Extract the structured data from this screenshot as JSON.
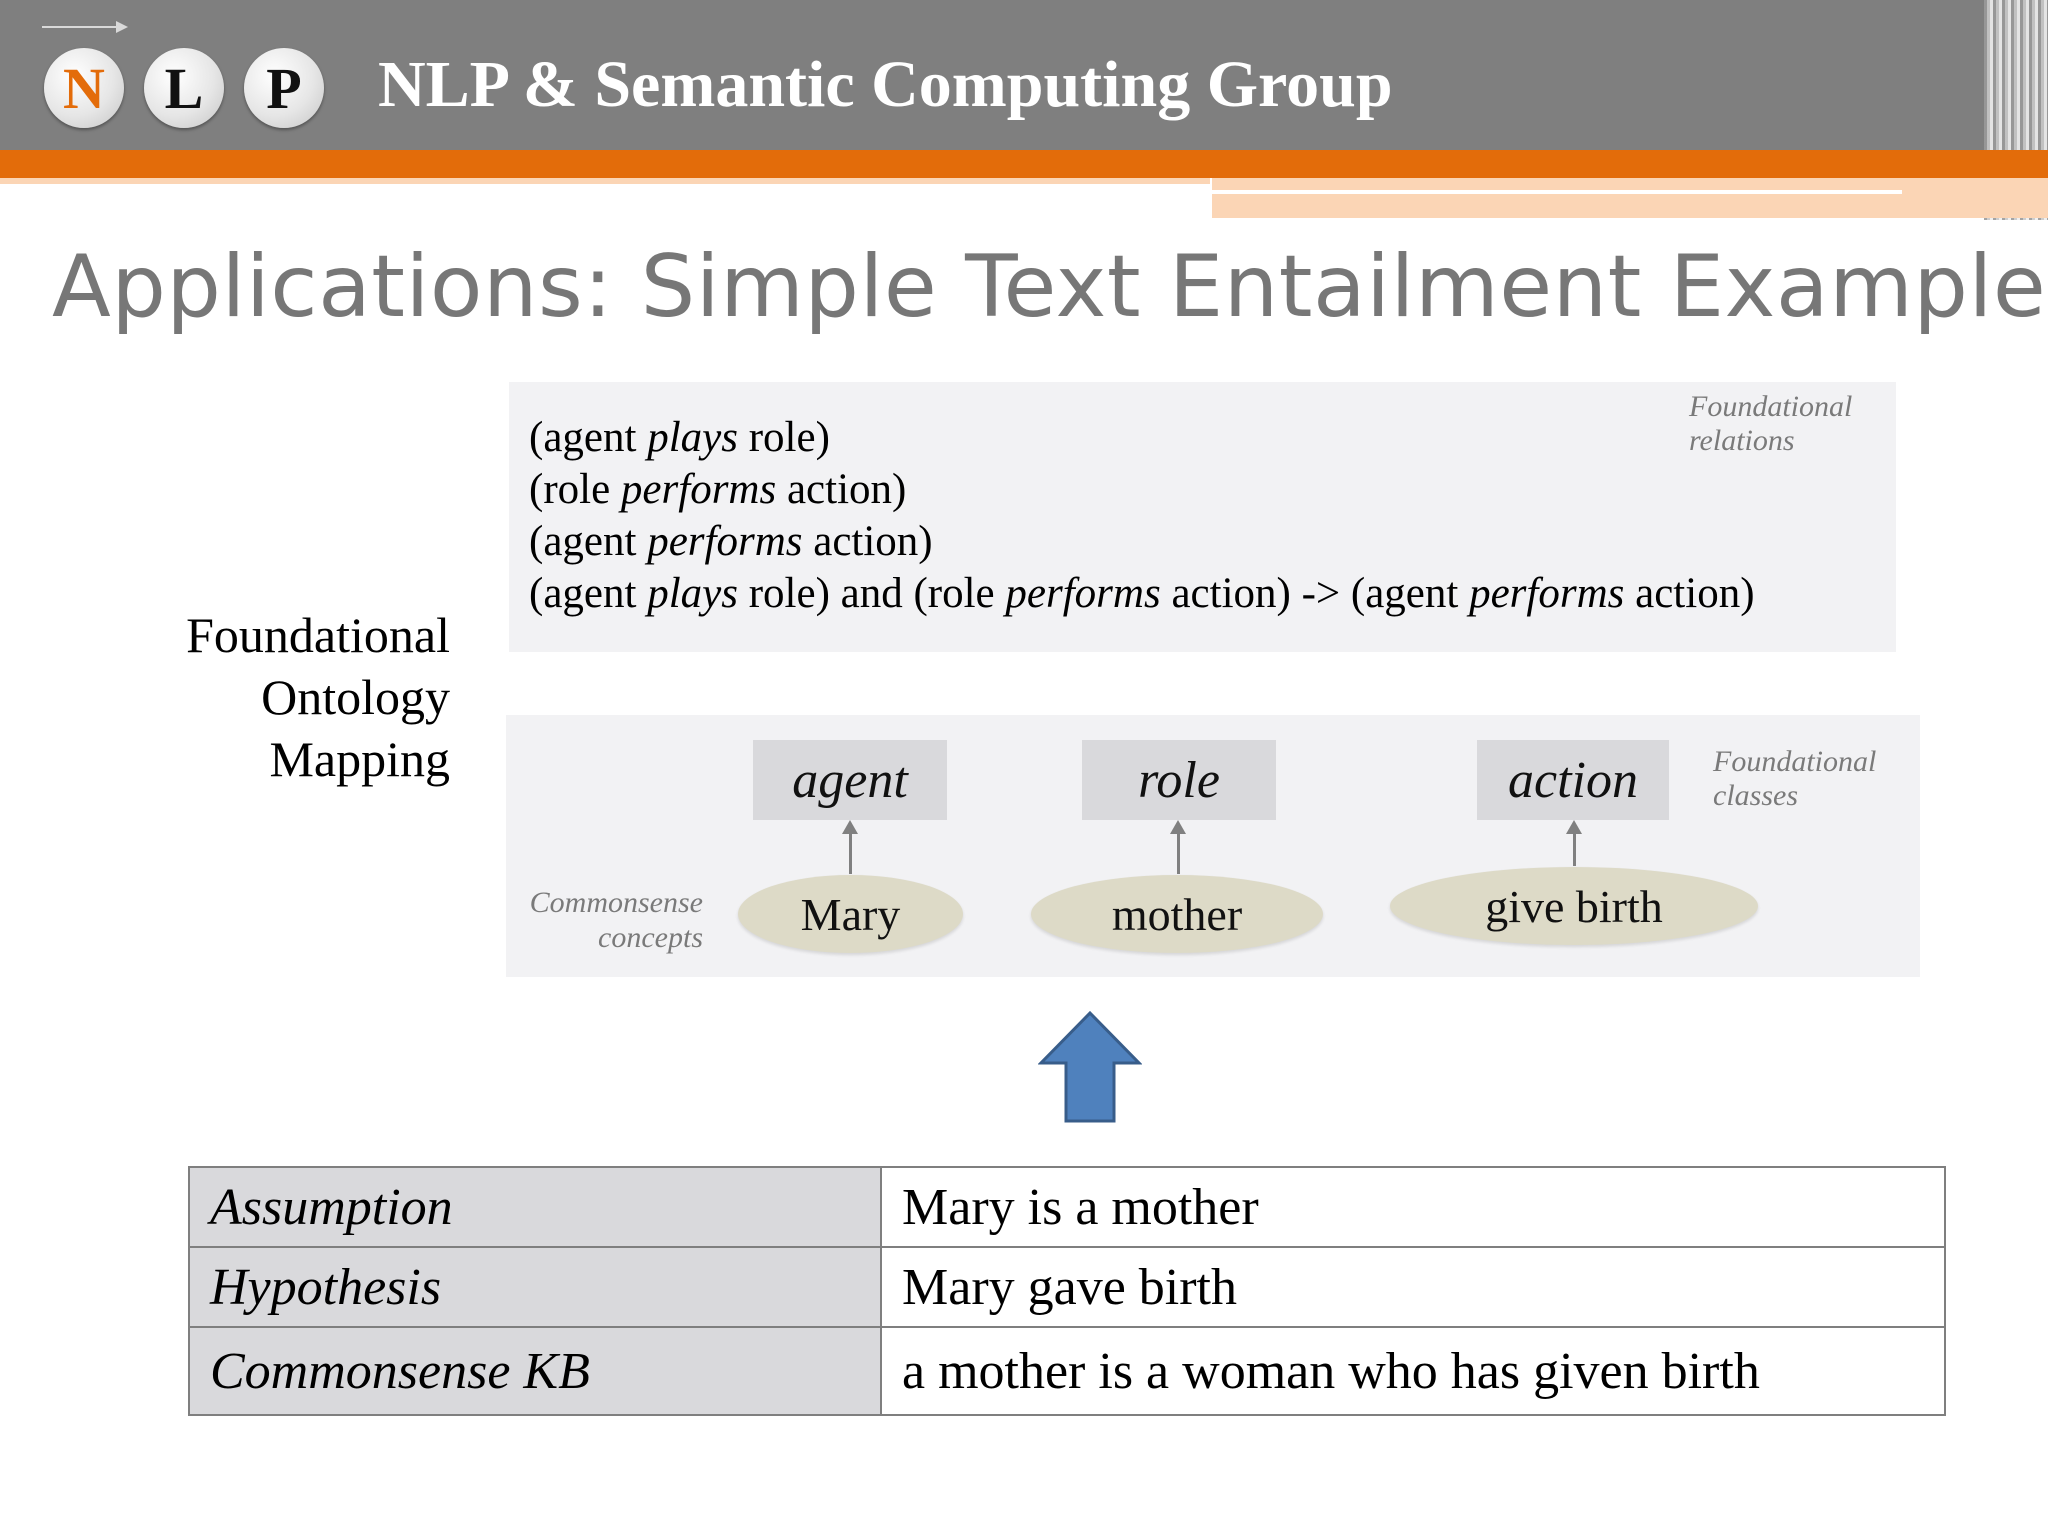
{
  "header": {
    "logo_letters": [
      "N",
      "L",
      "P"
    ],
    "group_name": "NLP & Semantic Computing Group",
    "colors": {
      "header_bg": "#7f7f7f",
      "accent_orange": "#e36c0a",
      "accent_peach": "#fbd5b5"
    }
  },
  "slide": {
    "title": "Applications: Simple Text Entailment Example"
  },
  "side_label": {
    "line1": "Foundational",
    "line2": "Ontology",
    "line3": "Mapping"
  },
  "relations": {
    "note_line1": "Foundational",
    "note_line2": "relations",
    "lines": [
      [
        {
          "t": "(agent "
        },
        {
          "t": "plays",
          "i": true
        },
        {
          "t": " role)"
        }
      ],
      [
        {
          "t": "(role "
        },
        {
          "t": "performs",
          "i": true
        },
        {
          "t": " action)"
        }
      ],
      [
        {
          "t": "(agent "
        },
        {
          "t": "performs",
          "i": true
        },
        {
          "t": " action)"
        }
      ],
      [
        {
          "t": "(agent "
        },
        {
          "t": "plays",
          "i": true
        },
        {
          "t": " role) and (role "
        },
        {
          "t": "performs",
          "i": true
        },
        {
          "t": " action) -> (agent "
        },
        {
          "t": "performs",
          "i": true
        },
        {
          "t": " action)"
        }
      ]
    ]
  },
  "classes": {
    "note_line1": "Foundational",
    "note_line2": "classes",
    "items": [
      "agent",
      "role",
      "action"
    ]
  },
  "concepts": {
    "note_line1": "Commonsense",
    "note_line2": "concepts",
    "items": [
      "Mary",
      "mother",
      "give birth"
    ],
    "fill_color": "#dddac7"
  },
  "arrow": {
    "icon": "up-arrow-icon",
    "fill": "#4f81bd",
    "stroke": "#385d8a"
  },
  "table": {
    "rows": [
      {
        "key": "Assumption",
        "value": "Mary is a mother"
      },
      {
        "key": "Hypothesis",
        "value": "Mary gave birth"
      },
      {
        "key": "Commonsense KB",
        "value": "a mother is a woman who has given birth"
      }
    ]
  }
}
